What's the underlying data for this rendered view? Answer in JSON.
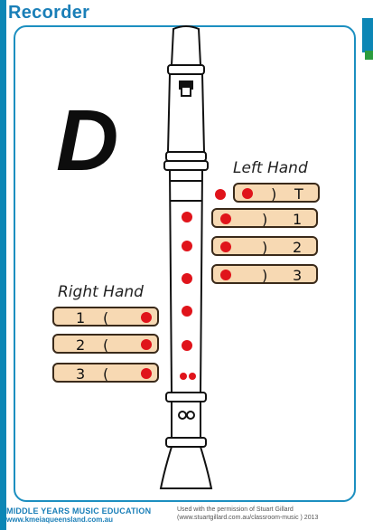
{
  "title": "Recorder",
  "note": "D",
  "left_hand": {
    "label": "Left Hand",
    "fingers": [
      {
        "symbol": ")",
        "number": "T"
      },
      {
        "symbol": ")",
        "number": "1"
      },
      {
        "symbol": ")",
        "number": "2"
      },
      {
        "symbol": ")",
        "number": "3"
      }
    ]
  },
  "right_hand": {
    "label": "Right Hand",
    "fingers": [
      {
        "number": "1",
        "symbol": "("
      },
      {
        "number": "2",
        "symbol": "("
      },
      {
        "number": "3",
        "symbol": "("
      }
    ]
  },
  "footer": {
    "org": "MIDDLE YEARS MUSIC EDUCATION",
    "website": "www.kmeiaqueensland.com.au",
    "permission": "Used with the permission of Stuart Gillard",
    "source": "(www.stuartgillard.com.au/classroom-music ) 2013"
  },
  "colors": {
    "accent": "#1a7fb8",
    "hole_covered": "#e0141b",
    "finger_skin": "#f7d9b3"
  }
}
